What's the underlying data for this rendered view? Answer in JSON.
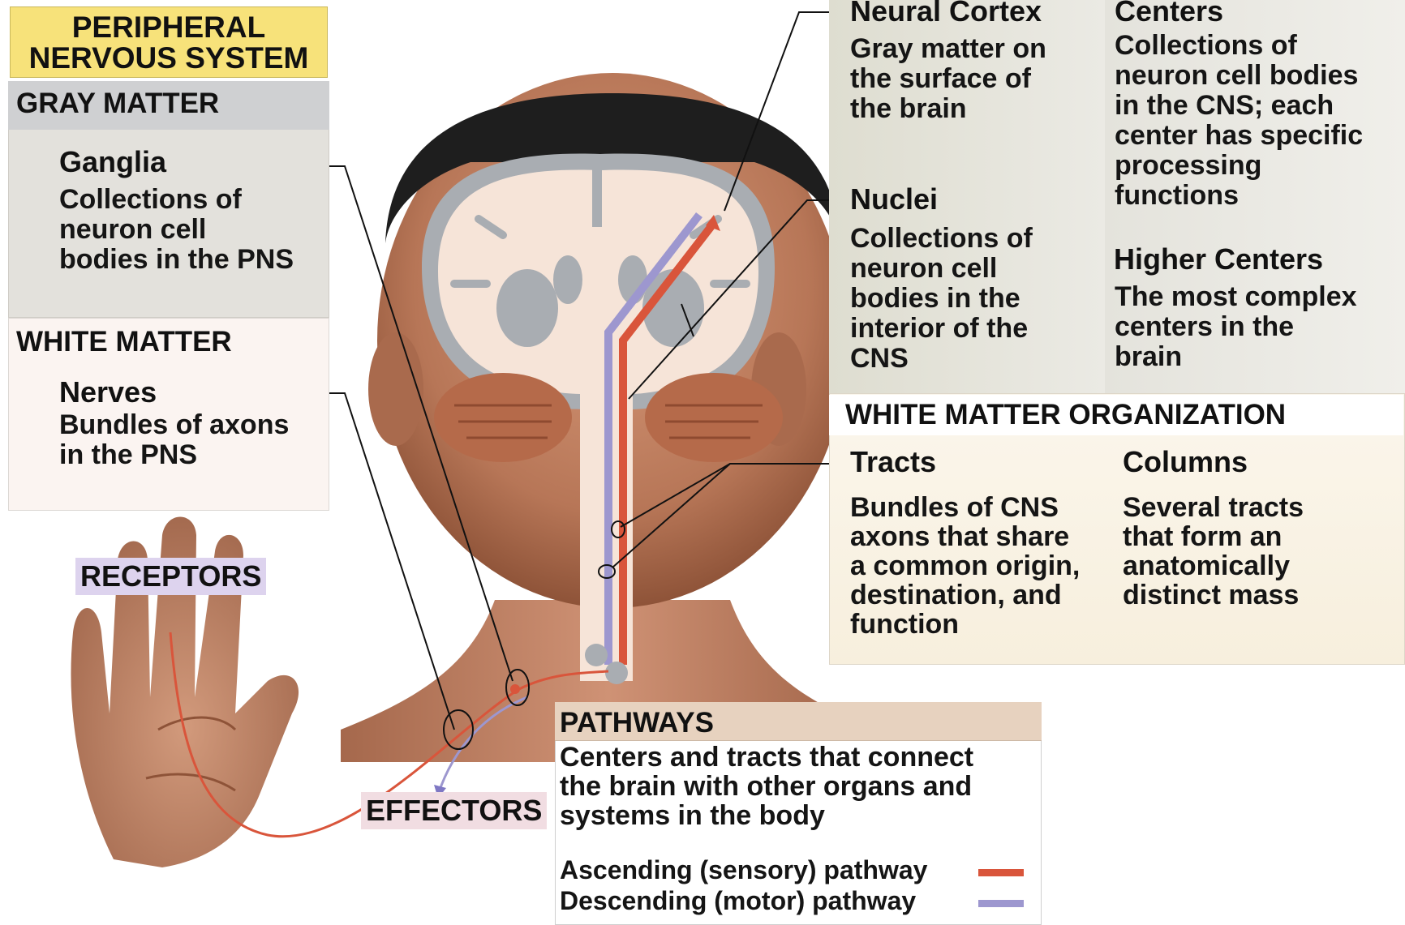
{
  "pns": {
    "title_line1": "PERIPHERAL",
    "title_line2": "NERVOUS SYSTEM",
    "gray_matter": "GRAY MATTER",
    "ganglia_title": "Ganglia",
    "ganglia_desc": [
      "Collections of",
      "neuron cell",
      "bodies in the PNS"
    ],
    "white_matter": "WHITE MATTER",
    "nerves_title": "Nerves",
    "nerves_desc": [
      "Bundles of axons",
      "in the PNS"
    ]
  },
  "labels": {
    "receptors": "RECEPTORS",
    "effectors": "EFFECTORS"
  },
  "cns": {
    "cortex_title": "Neural Cortex",
    "cortex_desc": [
      "Gray matter on",
      "the surface of",
      "the brain"
    ],
    "nuclei_title": "Nuclei",
    "nuclei_desc": [
      "Collections of",
      "neuron cell",
      "bodies in the",
      "interior of the",
      "CNS"
    ],
    "centers_title": "Centers",
    "centers_desc": [
      "Collections of",
      "neuron cell bodies",
      "in the CNS; each",
      "center has specific",
      "processing",
      "functions"
    ],
    "higher_title": "Higher Centers",
    "higher_desc": [
      "The most complex",
      "centers in the",
      "brain"
    ],
    "wmo_title": "WHITE MATTER ORGANIZATION",
    "tracts_title": "Tracts",
    "tracts_desc": [
      "Bundles of CNS",
      "axons that share",
      "a common origin,",
      "destination, and",
      "function"
    ],
    "columns_title": "Columns",
    "columns_desc": [
      "Several tracts",
      "that form an",
      "anatomically",
      "distinct mass"
    ]
  },
  "pathways": {
    "title": "PATHWAYS",
    "desc": [
      "Centers and tracts that connect",
      "the brain with other organs and",
      "systems in the body"
    ],
    "ascending": "Ascending (sensory) pathway",
    "descending": "Descending (motor) pathway"
  },
  "colors": {
    "ascending": "#d9553b",
    "descending": "#9d97cf",
    "pns_title_bg": "#f7e27a",
    "gray_matter": "#a9adb2",
    "white_matter": "#f6e4d8",
    "skin": "#c8896a",
    "hair": "#1e1e1e"
  }
}
